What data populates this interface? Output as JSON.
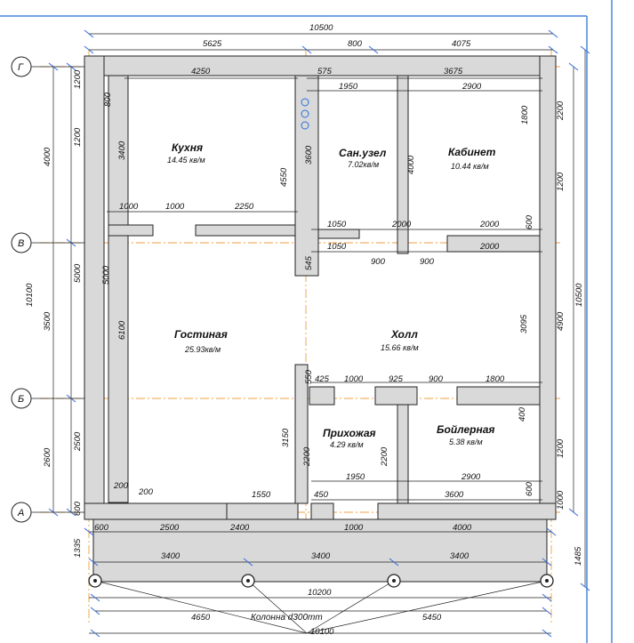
{
  "axes": {
    "g": "Г",
    "v": "В",
    "b": "Б",
    "a": "А"
  },
  "rooms": [
    {
      "id": "kitchen",
      "name": "Кухня",
      "area": "14.45 кв/м"
    },
    {
      "id": "bath",
      "name": "Сан.узел",
      "area": "7.02кв/м"
    },
    {
      "id": "office",
      "name": "Кабинет",
      "area": "10.44 кв/м"
    },
    {
      "id": "living",
      "name": "Гостиная",
      "area": "25.93кв/м"
    },
    {
      "id": "hall",
      "name": "Холл",
      "area": "15.66 кв/м"
    },
    {
      "id": "entry",
      "name": "Прихожая",
      "area": "4.29 кв/м"
    },
    {
      "id": "boiler",
      "name": "Бойлерная",
      "area": "5.38 кв/м"
    }
  ],
  "dims": {
    "top_total": "10500",
    "top_left": "5625",
    "top_mid": "800",
    "top_right": "4075",
    "k_width": "4250",
    "b_575": "575",
    "o_3675": "3675",
    "b_1950": "1950",
    "o_2900": "2900",
    "l_1200a": "1200",
    "l_1200b": "1200",
    "l_4000": "4000",
    "l_5000": "5000",
    "l_3500": "3500",
    "l_10100": "10100",
    "l_2500": "2500",
    "l_2600": "2600",
    "l_600": "600",
    "in_800": "800",
    "in_3400": "3400",
    "in_5000": "5000",
    "in_6100": "6100",
    "k_4550": "4550",
    "b_3600": "3600",
    "b_4000": "4000",
    "o_1800": "1800",
    "r_2200": "2200",
    "r_1200a": "1200",
    "r_600a": "600",
    "r_4900": "4900",
    "r_10500": "10500",
    "r_3095": "3095",
    "r_400": "400",
    "r_1200b": "1200",
    "r_1000": "1000",
    "r_600b": "600",
    "r_1485": "1485",
    "k_1000a": "1000",
    "k_1000b": "1000",
    "k_2250": "2250",
    "b_1050a": "1050",
    "b_2000": "2000",
    "o_2000a": "2000",
    "b_1050b": "1050",
    "b_900a": "900",
    "b_900b": "900",
    "o_2000b": "2000",
    "b_545": "545",
    "h_550": "550",
    "h_425": "425",
    "h_1000": "1000",
    "h_925": "925",
    "h_900": "900",
    "h_1800": "1800",
    "e_3150": "3150",
    "e_2200a": "2200",
    "e_2200b": "2200",
    "e_1950": "1950",
    "bo_2900": "2900",
    "e_450": "450",
    "bo_3600": "3600",
    "s_200a": "200",
    "s_200b": "200",
    "s_1550": "1550",
    "bt_600": "600",
    "bt_2500": "2500",
    "bt_2400": "2400",
    "bt_1000": "1000",
    "bt_4000": "4000",
    "t_3400a": "3400",
    "t_3400b": "3400",
    "t_3400c": "3400",
    "t_1335": "1335",
    "t_10200": "10200",
    "t_4650": "4650",
    "t_5450": "5450",
    "t_10100": "10100"
  },
  "note": "Колонна d300mm"
}
